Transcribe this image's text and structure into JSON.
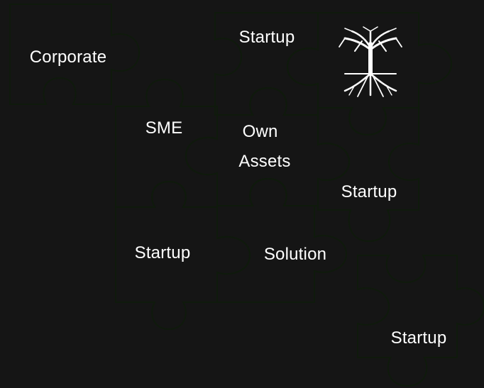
{
  "pieces": [
    {
      "label": "Corporate"
    },
    {
      "label": "Startup"
    },
    {
      "label": ""
    },
    {
      "label": "SME"
    },
    {
      "label": "Own Assets"
    },
    {
      "label": "Startup"
    },
    {
      "label": "Startup"
    },
    {
      "label": "Solution"
    },
    {
      "label": "Startup"
    }
  ],
  "colors": {
    "background": "#151515",
    "leaf_light": "#8cbd3f",
    "leaf_mid": "#4c8a22",
    "leaf_dark": "#1d4610",
    "vein": "#c9e27a",
    "text": "#ffffff"
  },
  "icons": [
    "tree-with-roots-icon"
  ]
}
